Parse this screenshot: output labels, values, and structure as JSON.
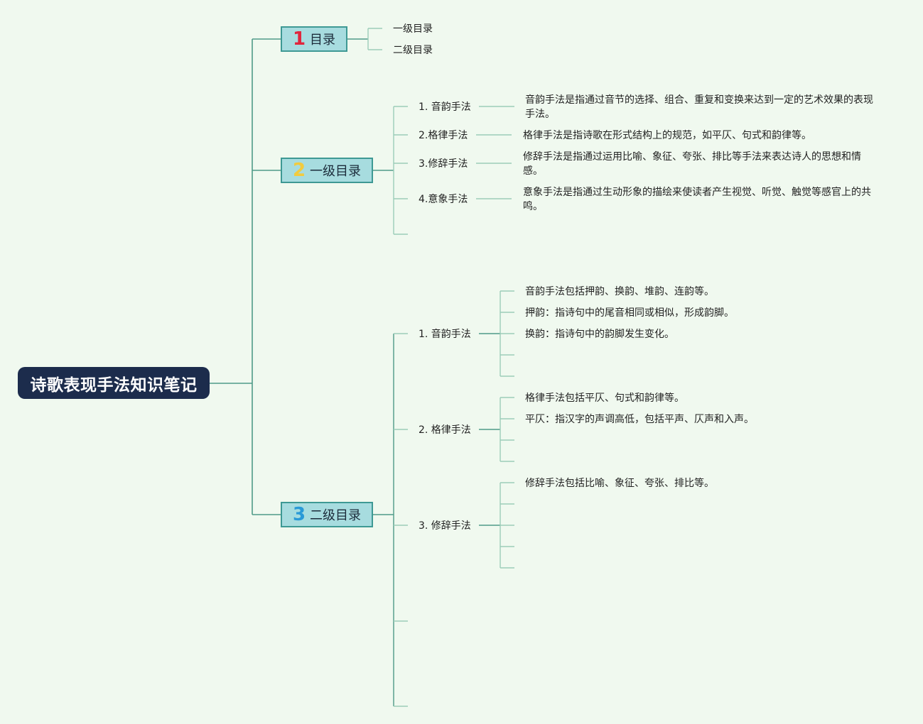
{
  "root": {
    "title": "诗歌表现手法知识笔记"
  },
  "branches": [
    {
      "number": "1",
      "label": "目录",
      "items": [
        "一级目录",
        "二级目录"
      ]
    },
    {
      "number": "2",
      "label": "一级目录",
      "items": [
        {
          "label": "1. 音韵手法",
          "desc": "音韵手法是指通过音节的选择、组合、重复和变换来达到一定的艺术效果的表现手法。"
        },
        {
          "label": "2.格律手法",
          "desc": "格律手法是指诗歌在形式结构上的规范，如平仄、句式和韵律等。"
        },
        {
          "label": "3.修辞手法",
          "desc": "修辞手法是指通过运用比喻、象征、夸张、排比等手法来表达诗人的思想和情感。"
        },
        {
          "label": "4.意象手法",
          "desc": "意象手法是指通过生动形象的描绘来使读者产生视觉、听觉、触觉等感官上的共鸣。"
        }
      ]
    },
    {
      "number": "3",
      "label": "二级目录",
      "items": [
        {
          "label": "1. 音韵手法",
          "points": [
            "音韵手法包括押韵、换韵、堆韵、连韵等。",
            "押韵：指诗句中的尾音相同或相似，形成韵脚。",
            "换韵：指诗句中的韵脚发生变化。"
          ]
        },
        {
          "label": "2. 格律手法",
          "points": [
            "格律手法包括平仄、句式和韵律等。",
            "平仄：指汉字的声调高低，包括平声、仄声和入声。"
          ]
        },
        {
          "label": "3. 修辞手法",
          "points": [
            "修辞手法包括比喻、象征、夸张、排比等。"
          ]
        }
      ]
    }
  ],
  "colors": {
    "background": "#f0f9ef",
    "root_fill": "#1c2c4c",
    "branch_fill": "#a7dcdf",
    "branch_border": "#3e9994",
    "main_line": "#4f9b88",
    "thin_line": "#9ccdb9"
  }
}
